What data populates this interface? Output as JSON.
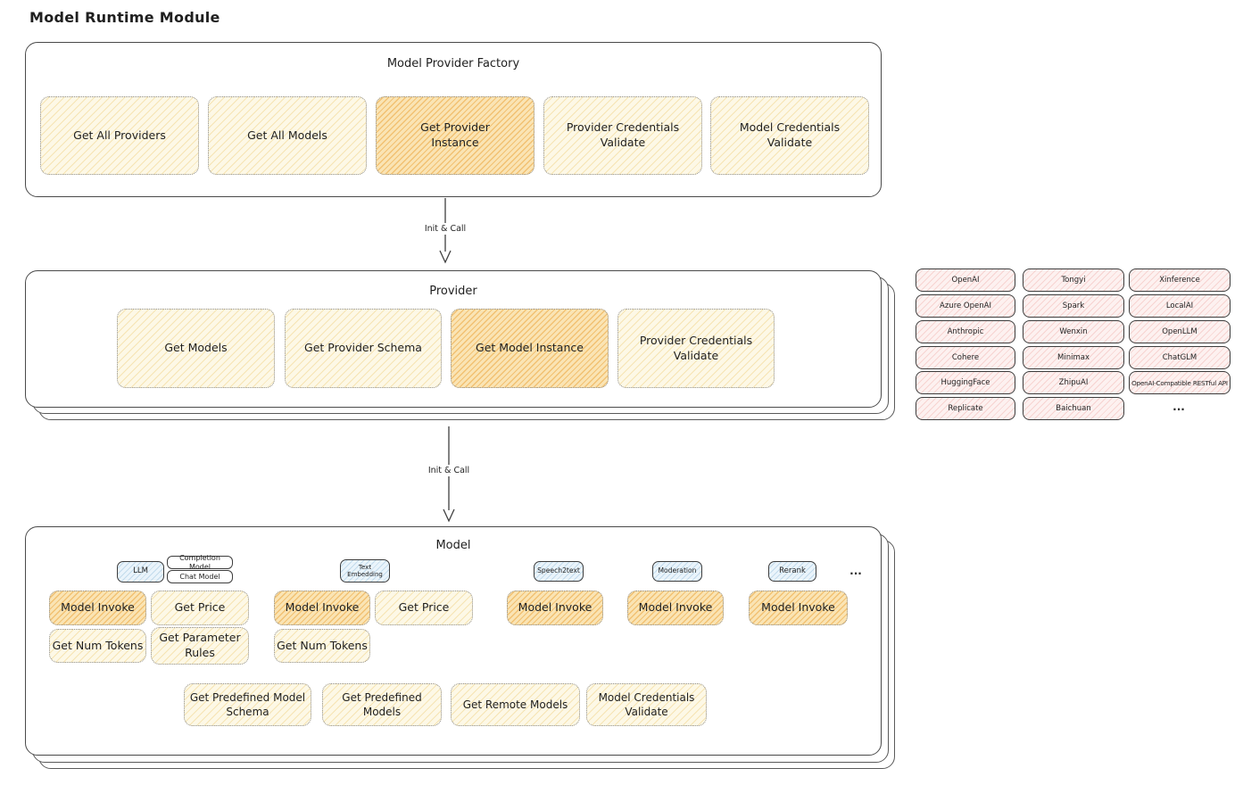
{
  "page": {
    "title": "Model Runtime Module"
  },
  "colors": {
    "yellow_fill": "#fdf8e6",
    "yellow_hatch": "#ebc86e",
    "orange_fill": "#fae4b4",
    "orange_hatch": "#e89e30",
    "pink_fill": "#fdf1f0",
    "pink_hatch": "#eb9691",
    "blue_fill": "#eaf4fb",
    "blue_hatch": "#6ea5cd",
    "stroke": "#4a4a4a"
  },
  "factory": {
    "title": "Model Provider Factory",
    "methods": [
      "Get All Providers",
      "Get All Models",
      "Get Provider\nInstance",
      "Provider Credentials\nValidate",
      "Model Credentials\nValidate"
    ],
    "highlighted": "Get Provider Instance"
  },
  "arrows": [
    {
      "label": "Init & Call"
    },
    {
      "label": "Init & Call"
    }
  ],
  "provider": {
    "title": "Provider",
    "methods": [
      "Get Models",
      "Get Provider Schema",
      "Get Model Instance",
      "Provider Credentials\nValidate"
    ],
    "highlighted": "Get Model Instance"
  },
  "providers_grid": {
    "col1": [
      "OpenAI",
      "Azure OpenAI",
      "Anthropic",
      "Cohere",
      "HuggingFace",
      "Replicate"
    ],
    "col2": [
      "Tongyi",
      "Spark",
      "Wenxin",
      "Minimax",
      "ZhipuAI",
      "Baichuan"
    ],
    "col3": [
      "Xinference",
      "LocalAI",
      "OpenLLM",
      "ChatGLM",
      "OpenAI-Compatible RESTful API"
    ],
    "more": "..."
  },
  "model": {
    "title": "Model",
    "tags": {
      "llm": "LLM",
      "completion_model": "Completion Model",
      "chat_model": "Chat Model",
      "text_embedding": "Text\nEmbedding",
      "speech2text": "Speech2text",
      "moderation": "Moderation",
      "rerank": "Rerank"
    },
    "more_tags": "...",
    "methods": {
      "model_invoke": "Model Invoke",
      "get_price": "Get Price",
      "get_num_tokens": "Get Num Tokens",
      "get_parameter_rules": "Get Parameter\nRules",
      "get_predefined_model_schema": "Get Predefined Model\nSchema",
      "get_predefined_models": "Get Predefined\nModels",
      "get_remote_models": "Get Remote Models",
      "model_credentials_validate": "Model Credentials\nValidate"
    }
  }
}
